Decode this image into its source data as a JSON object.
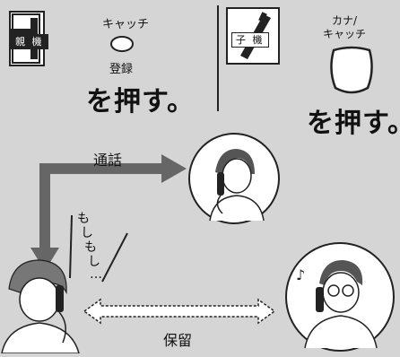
{
  "left_panel": {
    "device_label": "親 機",
    "key_label_top": "キャッチ",
    "key_label_bottom": "登録",
    "instruction": "を押す。"
  },
  "right_panel": {
    "device_label": "子 機",
    "key_label_top": "カナ/",
    "key_label_bottom": "キャッチ",
    "instruction": "を押す。"
  },
  "scene": {
    "call_label": "通話",
    "hold_label": "保留",
    "speech": [
      "も",
      "し",
      "も",
      "し",
      "…"
    ]
  }
}
